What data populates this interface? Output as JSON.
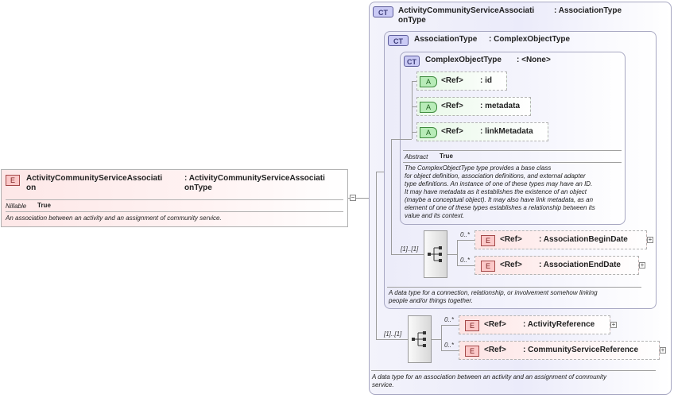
{
  "root_element": {
    "badge": "E",
    "name_line1": "ActivityCommunityServiceAssociati",
    "name_line2": "on",
    "type_line1": ": ActivityCommunityServiceAssociati",
    "type_line2": "onType",
    "prop_name": "Nillable",
    "prop_value": "True",
    "description": "An association between an activity and an assignment of community service."
  },
  "outer_type": {
    "badge": "CT",
    "name_line1": "ActivityCommunityServiceAssociati",
    "type_line1": ": AssociationType",
    "line2": "onType",
    "description_line1": "A data type for an association between an activity and an assignment of community",
    "description_line2": "service."
  },
  "association_type": {
    "badge": "CT",
    "name": "AssociationType",
    "type": ": ComplexObjectType",
    "description_line1": "A data type for a connection, relationship, or involvement somehow linking",
    "description_line2": "people and/or things together."
  },
  "complex_object_type": {
    "badge": "CT",
    "name": "ComplexObjectType",
    "type": ": <None>",
    "attributes": [
      {
        "badge": "A",
        "ref": "<Ref>",
        "name": ": id"
      },
      {
        "badge": "A",
        "ref": "<Ref>",
        "name": ": metadata"
      },
      {
        "badge": "A",
        "ref": "<Ref>",
        "name": ": linkMetadata"
      }
    ],
    "prop_name": "Abstract",
    "prop_value": "True",
    "description": [
      "The ComplexObjectType type provides a base class",
      "for object definition, association definitions, and external adapter",
      "type definitions. An instance of one of these types may have an ID.",
      "It may have metadata as it establishes the existence of an object",
      "(maybe a conceptual object). It may also have link metadata, as an",
      "element of one of these types establishes a relationship between its",
      "value and its context."
    ]
  },
  "association_sequence": {
    "multiplicity": "[1]..[1]",
    "elements": [
      {
        "badge": "E",
        "ref": "<Ref>",
        "name": ": AssociationBeginDate",
        "mult": "0..*"
      },
      {
        "badge": "E",
        "ref": "<Ref>",
        "name": ": AssociationEndDate",
        "mult": "0..*"
      }
    ]
  },
  "outer_sequence": {
    "multiplicity": "[1]..[1]",
    "elements": [
      {
        "badge": "E",
        "ref": "<Ref>",
        "name": ": ActivityReference",
        "mult": "0..*"
      },
      {
        "badge": "E",
        "ref": "<Ref>",
        "name": ": CommunityServiceReference",
        "mult": "0..*"
      }
    ]
  },
  "connector_symbol": "−",
  "expand_symbol": "+"
}
